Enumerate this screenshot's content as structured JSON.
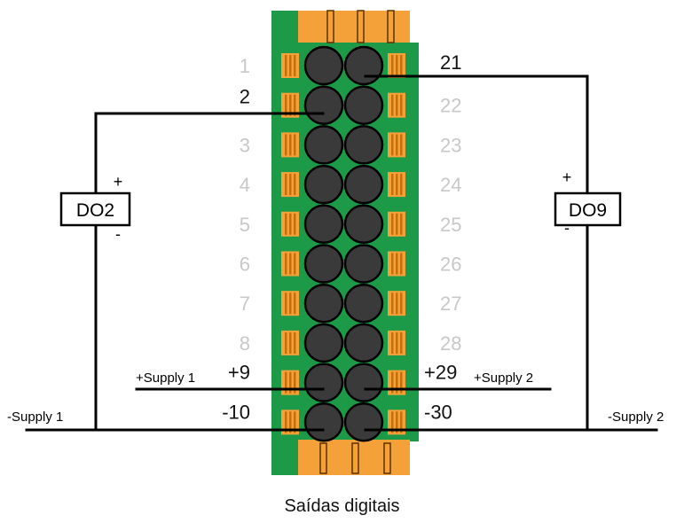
{
  "caption": "Saídas digitais",
  "left_terminals": [
    "1",
    "2",
    "3",
    "4",
    "5",
    "6",
    "7",
    "8",
    "+9",
    "-10"
  ],
  "right_terminals": [
    "21",
    "22",
    "23",
    "24",
    "25",
    "26",
    "27",
    "28",
    "+29",
    "-30"
  ],
  "active_left": [
    1,
    8,
    9
  ],
  "active_right": [
    0,
    8,
    9
  ],
  "devices": {
    "left": {
      "label": "DO2",
      "plus": "+",
      "minus": "-"
    },
    "right": {
      "label": "DO9",
      "plus": "+",
      "minus": "-"
    }
  },
  "supply_labels": {
    "plus_1": "+Supply 1",
    "plus_2": "+Supply 2",
    "minus_1": "-Supply 1",
    "minus_2": "-Supply 2"
  },
  "colors": {
    "board": "#1d9a48",
    "connector": "#f5a13a",
    "connector_dark": "#c46f0c",
    "terminal": "#3a3a3a",
    "wire": "#000000",
    "active_text": "#111111",
    "inactive_text": "#c8c8c8"
  }
}
